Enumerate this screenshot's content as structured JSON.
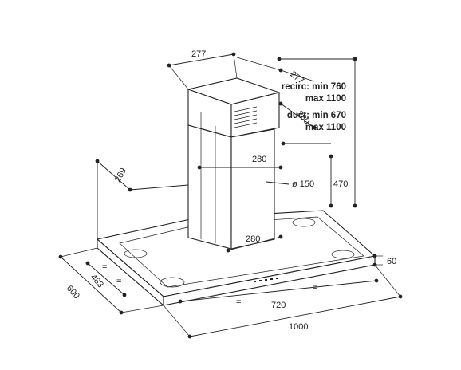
{
  "dimensions": {
    "chimney_width_top": "277",
    "chimney_depth_top": "277",
    "chimney_side": "280",
    "chimney_width_bottom": "280",
    "outlet_width": "280",
    "flue_diameter": "ø 150",
    "outlet_height": "470",
    "side_depth": "269",
    "canopy_height": "60",
    "canopy_depth": "600",
    "inner_depth": "483",
    "inner_width": "720",
    "total_width": "1000",
    "equal_mark": "="
  },
  "notes": {
    "recirc_line1": "recirc: min 760",
    "recirc_line2": "max 1100",
    "duct_line1": "duct: min 670",
    "duct_line2": "max 1100"
  }
}
